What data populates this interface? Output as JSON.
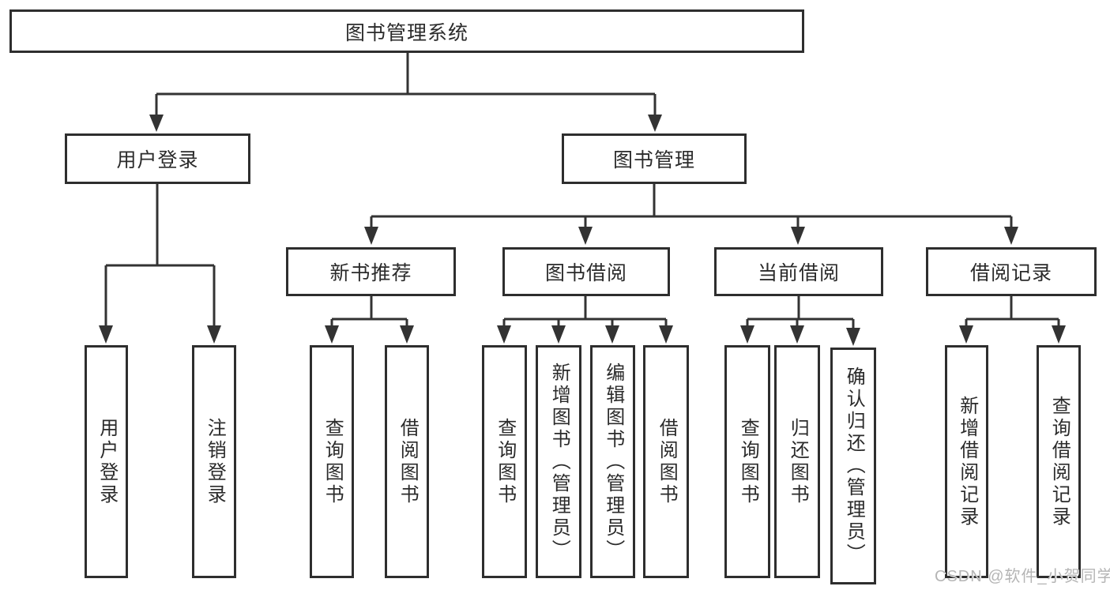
{
  "root": {
    "label": "图书管理系统"
  },
  "branches": [
    {
      "label": "用户登录",
      "children": [
        {
          "label": "用户登录"
        },
        {
          "label": "注销登录"
        }
      ]
    },
    {
      "label": "图书管理",
      "groups": [
        {
          "label": "新书推荐",
          "children": [
            {
              "label": "查询图书"
            },
            {
              "label": "借阅图书"
            }
          ]
        },
        {
          "label": "图书借阅",
          "children": [
            {
              "label": "查询图书"
            },
            {
              "label": "新增图书（管理员）"
            },
            {
              "label": "编辑图书（管理员）"
            },
            {
              "label": "借阅图书"
            }
          ]
        },
        {
          "label": "当前借阅",
          "children": [
            {
              "label": "查询图书"
            },
            {
              "label": "归还图书"
            },
            {
              "label": "确认归还（管理员）"
            }
          ]
        },
        {
          "label": "借阅记录",
          "children": [
            {
              "label": "新增借阅记录"
            },
            {
              "label": "查询借阅记录"
            }
          ]
        }
      ]
    }
  ],
  "watermark": {
    "text": "CSDN @软件_小贺同学"
  },
  "colors": {
    "line": "#333333",
    "box_border": "#2e2e2e",
    "text": "#2b2b2b",
    "watermark": "#b5b5b5",
    "background": "#ffffff"
  }
}
